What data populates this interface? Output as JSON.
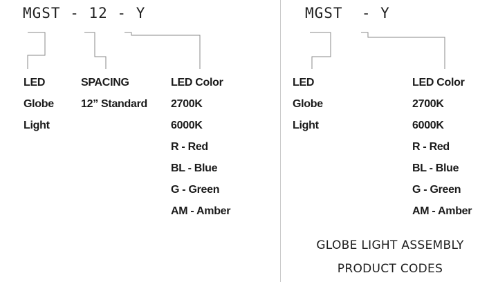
{
  "left": {
    "code": "MGST - 12 - Y",
    "columns": [
      {
        "lines": [
          "LED",
          "Globe",
          "Light"
        ]
      },
      {
        "lines": [
          "SPACING",
          "12” Standard"
        ]
      },
      {
        "lines": [
          "LED Color",
          "2700K",
          "6000K",
          "R - Red",
          "BL - Blue",
          "G - Green",
          "AM - Amber"
        ]
      }
    ]
  },
  "right": {
    "code": "MGST  - Y",
    "columns": [
      {
        "lines": [
          "LED",
          "Globe",
          "Light"
        ]
      },
      {
        "lines": [
          "LED Color",
          "2700K",
          "6000K",
          "R - Red",
          "BL - Blue",
          "G - Green",
          "AM - Amber"
        ]
      }
    ],
    "title_lines": [
      "GLOBE LIGHT ASSEMBLY",
      "PRODUCT CODES"
    ]
  },
  "colors": {
    "text": "#1a1a1a",
    "connector": "#8a8a8a",
    "divider": "#c9c9c9"
  }
}
